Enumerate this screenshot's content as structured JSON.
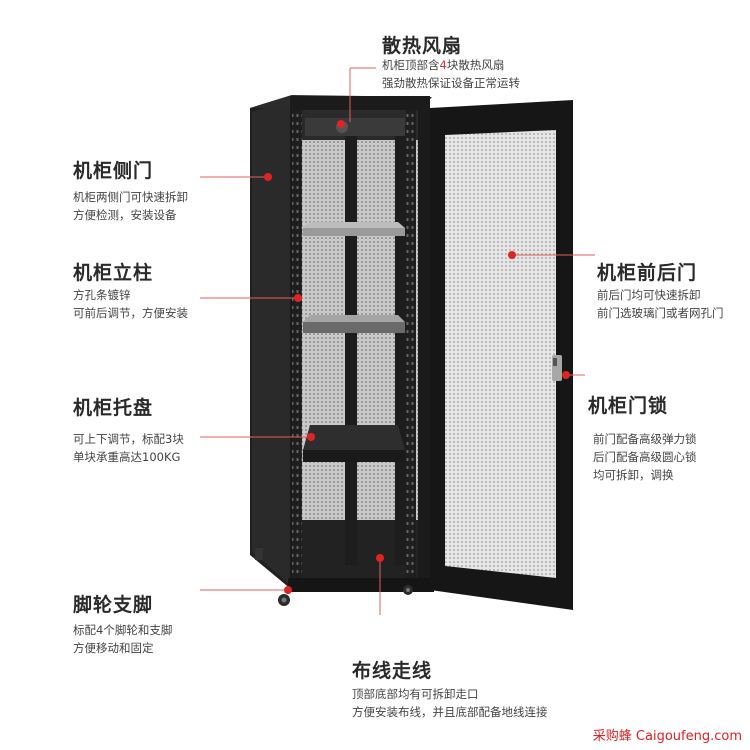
{
  "callouts": {
    "fan": {
      "title": "散热风扇",
      "line1_pre": "机柜顶部含",
      "line1_num": "4",
      "line1_post": "块散热风扇",
      "line2": "强劲散热保证设备正常运转"
    },
    "side_door": {
      "title": "机柜侧门",
      "line1": "机柜两侧门可快速拆卸",
      "line2": "方便检测，安装设备"
    },
    "post": {
      "title": "机柜立柱",
      "line1": "方孔条镀锌",
      "line2": "可前后调节，方便安装"
    },
    "tray": {
      "title": "机柜托盘",
      "line1": "可上下调节，标配3块",
      "line2": "单块承重高达100KG"
    },
    "caster": {
      "title": "脚轮支脚",
      "line1": "标配4个脚轮和支脚",
      "line2": "方便移动和固定"
    },
    "cabling": {
      "title": "布线走线",
      "line1": "顶部底部均有可拆卸走口",
      "line2": "方便安装布线，并且底部配备地线连接"
    },
    "front_door": {
      "title": "机柜前后门",
      "line1": "前后门均可快速拆卸",
      "line2": "前门选玻璃门或者网孔门"
    },
    "lock": {
      "title": "机柜门锁",
      "line1": "前门配备高级弹力锁",
      "line2": "后门配备高级圆心锁",
      "line3": "均可拆卸，调换"
    }
  },
  "watermark": "采购蜂 Caigoufeng.com",
  "colors": {
    "accent": "#e03030",
    "cabinet": "#1c1c1c",
    "mesh": "#d8d8d8"
  }
}
